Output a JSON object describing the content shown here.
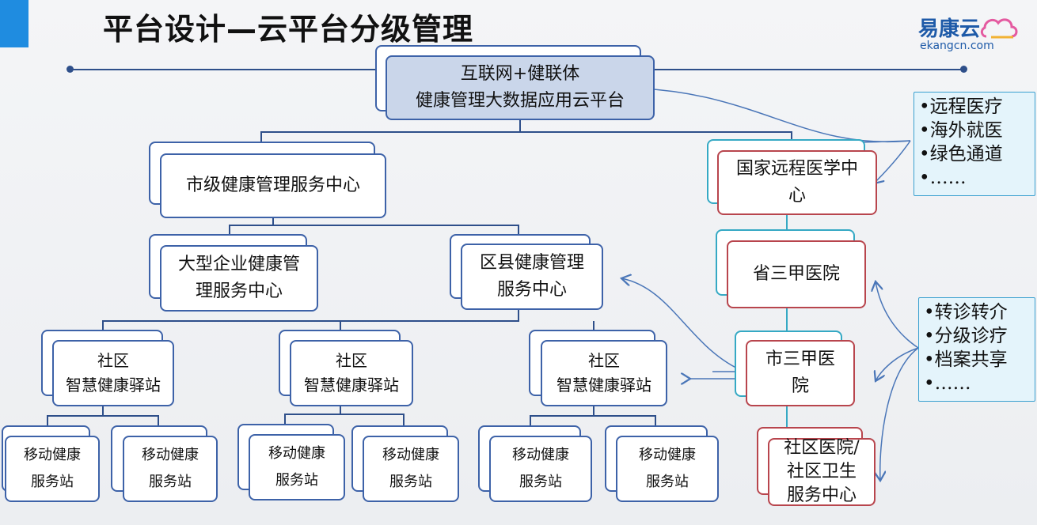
{
  "header": {
    "title": "平台设计—云平台分级管理",
    "logo_name": "易康云",
    "logo_url": "ekangcn.com"
  },
  "colors": {
    "accent": "#1f8ce0",
    "line": "#2e4f8a",
    "box_border": "#3d62a8",
    "red_border": "#b8454d",
    "teal_border": "#35a9c4",
    "callout_bg": "#e4f4fb"
  },
  "nodes": {
    "top": {
      "line1": "互联网+健联体",
      "line2": "健康管理大数据应用云平台"
    },
    "city_center": "市级健康管理服务中心",
    "enterprise_center": {
      "line1": "大型企业健康管",
      "line2": "理服务中心"
    },
    "county_center": {
      "line1": "区县健康管理",
      "line2": "服务中心"
    },
    "community_stations": [
      {
        "line1": "社区",
        "line2": "智慧健康驿站"
      },
      {
        "line1": "社区",
        "line2": "智慧健康驿站"
      },
      {
        "line1": "社区",
        "line2": "智慧健康驿站"
      }
    ],
    "mobile_stations": [
      {
        "line1": "移动健康",
        "line2": "服务站"
      },
      {
        "line1": "移动健康",
        "line2": "服务站"
      },
      {
        "line1": "移动健康",
        "line2": "服务站"
      },
      {
        "line1": "移动健康",
        "line2": "服务站"
      },
      {
        "line1": "移动健康",
        "line2": "服务站"
      },
      {
        "line1": "移动健康",
        "line2": "服务站"
      }
    ],
    "national_center": {
      "line1": "国家远程医学中",
      "line2": "心"
    },
    "provincial_hospital": "省三甲医院",
    "city_hospital": {
      "line1": "市三甲医",
      "line2": "院"
    },
    "community_hospital": {
      "line1": "社区医院/",
      "line2": "社区卫生",
      "line3": "服务中心"
    }
  },
  "callouts": {
    "services_top": [
      "•远程医疗",
      "•海外就医",
      "•绿色通道",
      "•……"
    ],
    "services_bottom": [
      "•转诊转介",
      "•分级诊疗",
      "•档案共享",
      "•……"
    ]
  }
}
